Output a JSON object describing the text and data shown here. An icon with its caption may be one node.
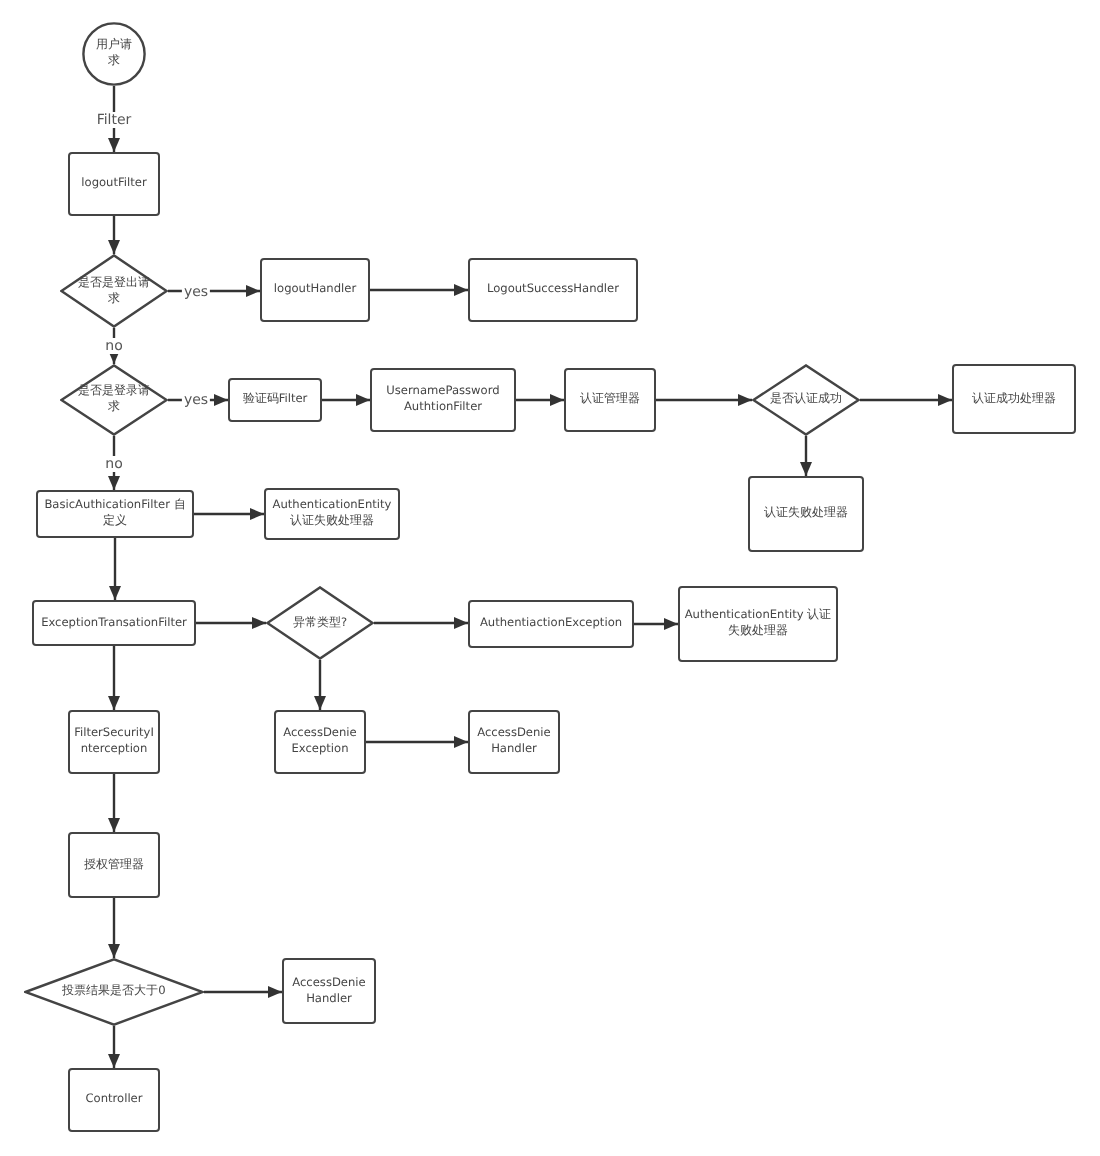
{
  "diagram": {
    "nodes": [
      {
        "text": [
          "用户请求"
        ]
      },
      {
        "text": [
          "logoutFilter"
        ]
      },
      {
        "text": [
          "是否是登出请求"
        ]
      },
      {
        "text": [
          "logoutHandler"
        ]
      },
      {
        "text": [
          "LogoutSuccessHandler"
        ]
      },
      {
        "text": [
          "是否是登录请求"
        ]
      },
      {
        "text": [
          "验证码Filter"
        ]
      },
      {
        "text": [
          "UsernamePassword AuthtionFilter"
        ]
      },
      {
        "text": [
          "认证管理器"
        ]
      },
      {
        "text": [
          "是否认证成功"
        ]
      },
      {
        "text": [
          "认证成功处理器"
        ]
      },
      {
        "text": [
          "认证失败处理器"
        ]
      },
      {
        "text": [
          "BasicAuthicationFilter 自定义"
        ]
      },
      {
        "text": [
          "AuthenticationEntity 认证失败处理器"
        ]
      },
      {
        "text": [
          "ExceptionTransationFilter"
        ]
      },
      {
        "text": [
          "异常类型?"
        ]
      },
      {
        "text": [
          "AuthentiactionException"
        ]
      },
      {
        "text": [
          "AuthenticationEntity 认证失败处理器"
        ]
      },
      {
        "text": [
          "FilterSecurityInterception"
        ]
      },
      {
        "text": [
          "AccessDenie Exception"
        ]
      },
      {
        "text": [
          "AccessDenie Handler"
        ]
      },
      {
        "text": [
          "授权管理器"
        ]
      },
      {
        "text": [
          "投票结果是否大于0"
        ]
      },
      {
        "text": [
          "AccessDenie Handler"
        ]
      },
      {
        "text": [
          "Controller"
        ]
      }
    ],
    "edges": [
      {
        "from": 0,
        "to": 1,
        "arrow": "to",
        "label": "Filter"
      },
      {
        "from": 1,
        "to": 2,
        "arrow": "to"
      },
      {
        "from": 2,
        "to": 3,
        "arrow": "to",
        "label": "yes"
      },
      {
        "from": 3,
        "to": 4,
        "arrow": "to"
      },
      {
        "from": 2,
        "to": 5,
        "arrow": "to",
        "label": "no"
      },
      {
        "from": 5,
        "to": 6,
        "arrow": "to",
        "label": "yes"
      },
      {
        "from": 6,
        "to": 7,
        "arrow": "to"
      },
      {
        "from": 7,
        "to": 8,
        "arrow": "to"
      },
      {
        "from": 8,
        "to": 9,
        "arrow": "to"
      },
      {
        "from": 9,
        "to": 10,
        "arrow": "to"
      },
      {
        "from": 9,
        "to": 11,
        "arrow": "to"
      },
      {
        "from": 5,
        "to": 12,
        "arrow": "to",
        "label": "no"
      },
      {
        "from": 12,
        "to": 13,
        "arrow": "to"
      },
      {
        "from": 12,
        "to": 14,
        "arrow": "to"
      },
      {
        "from": 14,
        "to": 15,
        "arrow": "to"
      },
      {
        "from": 15,
        "to": 16,
        "arrow": "to"
      },
      {
        "from": 16,
        "to": 17,
        "arrow": "to"
      },
      {
        "from": 15,
        "to": 19,
        "arrow": "to"
      },
      {
        "from": 19,
        "to": 20,
        "arrow": "to"
      },
      {
        "from": 14,
        "to": 18,
        "arrow": "to"
      },
      {
        "from": 18,
        "to": 21,
        "arrow": "to"
      },
      {
        "from": 21,
        "to": 22,
        "arrow": "to"
      },
      {
        "from": 22,
        "to": 23,
        "arrow": "to"
      },
      {
        "from": 22,
        "to": 24,
        "arrow": "to"
      }
    ]
  }
}
